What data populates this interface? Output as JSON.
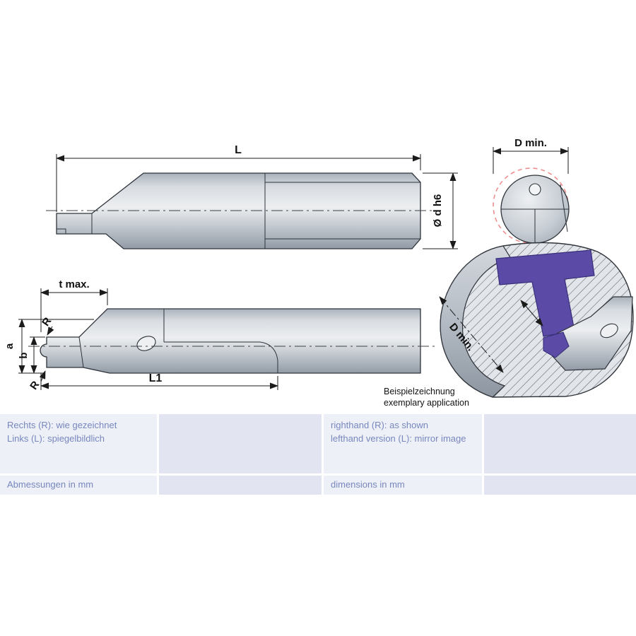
{
  "views": {
    "side_top": {
      "dim_length": "L",
      "dim_shank_dia": "Ø d h6"
    },
    "end": {
      "dim_bore_min": "D min."
    },
    "side_front": {
      "dim_depth_max": "t max.",
      "dim_a": "a",
      "dim_b": "b",
      "dim_r1": "R",
      "dim_r2": "R",
      "dim_l1": "L1"
    },
    "application": {
      "dim_bore_min": "D min.",
      "caption_de": "Beispielzeichnung",
      "caption_en": "exemplary application"
    }
  },
  "notes": {
    "de_line1": "Rechts (R): wie gezeichnet",
    "de_line2": "Links (L): spiegelbildlich",
    "en_line1": "righthand (R): as shown",
    "en_line2": "lefthand version (L): mirror image",
    "de_units": "Abmessungen in mm",
    "en_units": "dimensions in mm"
  },
  "colors": {
    "accent_purple": "#5b4ba6",
    "bore_circle_red": "#ef8e8e",
    "note_text": "#7787bd",
    "panel_light": "#eef0f8",
    "panel_dark": "#e2e5f1"
  }
}
